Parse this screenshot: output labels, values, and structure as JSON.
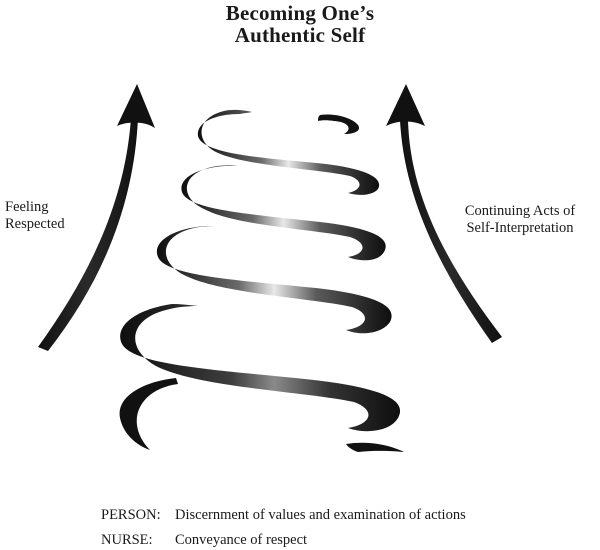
{
  "title": {
    "line1": "Becoming One’s",
    "line2": "Authentic Self"
  },
  "left_label": {
    "line1": "Feeling",
    "line2": "Respected"
  },
  "right_label": {
    "line1": "Continuing Acts of",
    "line2": "Self-Interpretation"
  },
  "footer": {
    "person": {
      "role": "PERSON:",
      "text": "Discernment of values and examination of actions"
    },
    "nurse": {
      "role": "NURSE:",
      "text": "Conveyance of respect"
    }
  },
  "colors": {
    "ink": "#1a1a1a",
    "spiral_light": "#e6e6e6",
    "spiral_dark": "#111111"
  }
}
